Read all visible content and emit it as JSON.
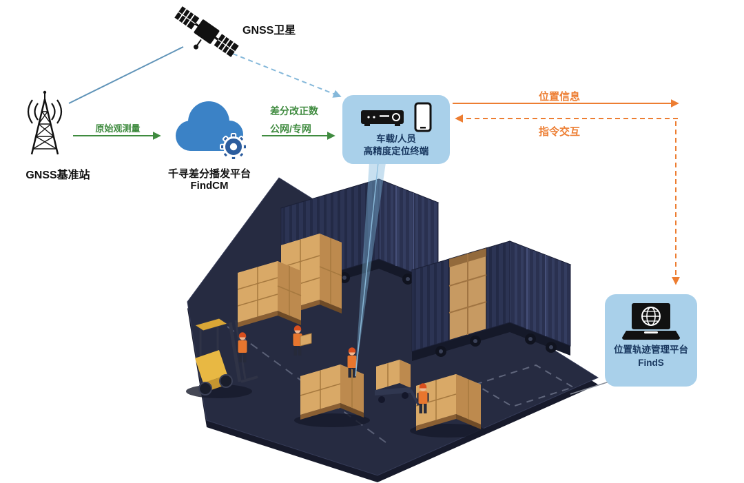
{
  "nodes": {
    "satellite": {
      "label": "GNSS卫星"
    },
    "base_station": {
      "label": "GNSS基准站"
    },
    "cloud_platform": {
      "name": "千寻差分播发平台",
      "product": "FindCM"
    },
    "terminal": {
      "line1": "车载/人员",
      "line2": "高精度定位终端"
    },
    "management_platform": {
      "name": "位置轨迹管理平台",
      "product": "FindS"
    }
  },
  "edges": {
    "raw_observation": {
      "label": "原始观测量"
    },
    "corrections": {
      "line1": "差分改正数",
      "line2": "公网/专网"
    },
    "position_info": {
      "label": "位置信息"
    },
    "command_interaction": {
      "label": "指令交互"
    }
  },
  "colors": {
    "cloud_blue": "#3b82c6",
    "bubble_blue": "#a9d0ea",
    "navy_text": "#17365e",
    "link_green": "#3f8b3f",
    "link_orange": "#ed7d31",
    "link_blue": "#85b8da",
    "satellite_link_blue": "#5f93b8",
    "scene_ground": "#262b41",
    "container_navy": "#2c3454",
    "carton_tan": "#d9a967",
    "forklift_yellow": "#e8b843",
    "vest_orange": "#e8762e"
  }
}
